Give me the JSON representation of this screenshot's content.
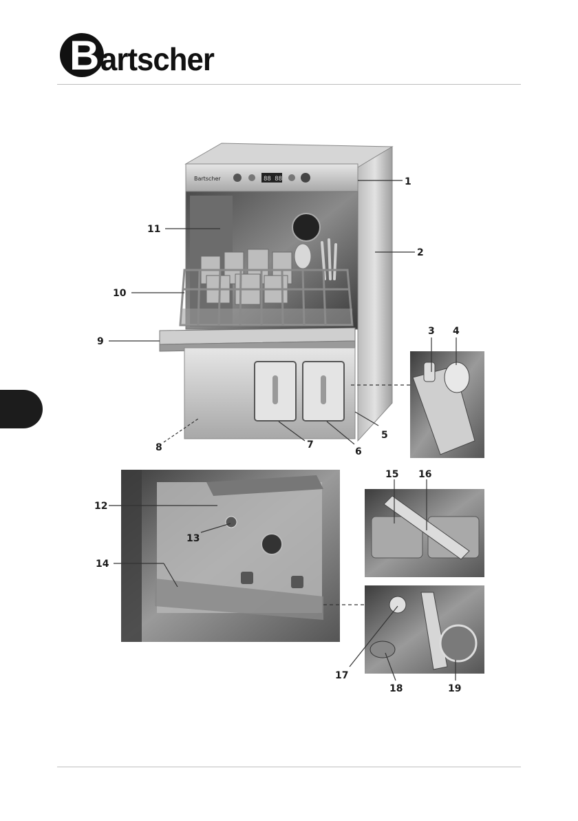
{
  "brand": {
    "name": "Bartscher",
    "logo_initial": "B",
    "logo_rest": "artscher"
  },
  "machine_panel": {
    "display_readout": "88 88",
    "brand_badge": "Bartscher"
  },
  "callouts": [
    "1",
    "2",
    "3",
    "4",
    "5",
    "6",
    "7",
    "8",
    "9",
    "10",
    "11",
    "12",
    "13",
    "14",
    "15",
    "16",
    "17",
    "18",
    "19"
  ],
  "colors": {
    "tab": "#1c1c1c",
    "rule": "#bdbdbd",
    "steel": "#c9c9c9"
  }
}
